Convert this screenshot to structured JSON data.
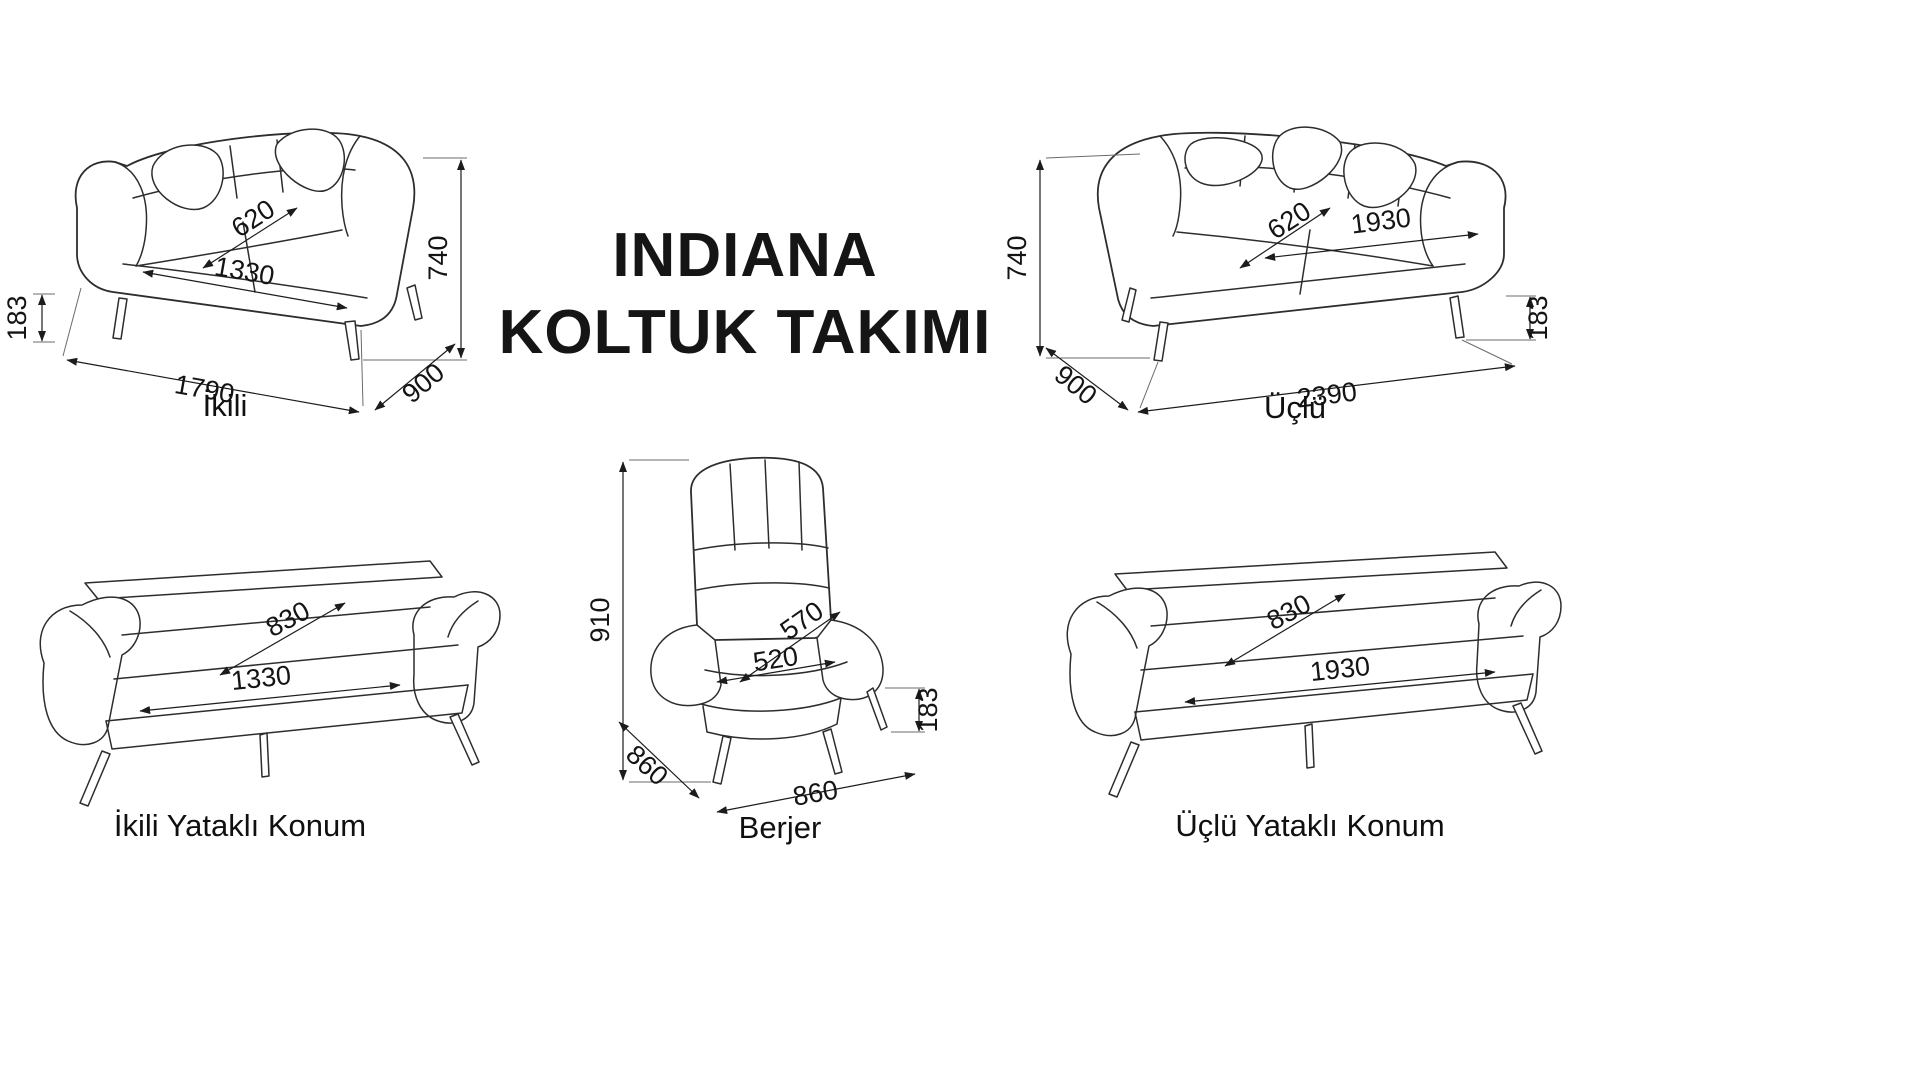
{
  "title": {
    "line1": "INDIANA",
    "line2": "KOLTUK TAKIMI"
  },
  "pieces": {
    "ikili": {
      "label": "İkili",
      "dims": {
        "leg_height": "183",
        "total_height": "740",
        "total_width": "1790",
        "total_depth": "900",
        "seat_depth": "620",
        "seat_width": "1330"
      }
    },
    "uclu": {
      "label": "Üçlü",
      "dims": {
        "leg_height": "183",
        "total_height": "740",
        "total_width": "2390",
        "total_depth": "900",
        "seat_depth": "620",
        "seat_width": "1930"
      }
    },
    "ikili_yatakli": {
      "label": "İkili Yataklı Konum",
      "dims": {
        "bed_depth": "830",
        "bed_width": "1330"
      }
    },
    "berjer": {
      "label": "Berjer",
      "dims": {
        "total_height": "910",
        "total_depth": "860",
        "total_width": "860",
        "leg_height": "183",
        "seat_width": "520",
        "seat_depth": "570"
      }
    },
    "uclu_yatakli": {
      "label": "Üçlü Yataklı Konum",
      "dims": {
        "bed_depth": "830",
        "bed_width": "1930"
      }
    }
  }
}
